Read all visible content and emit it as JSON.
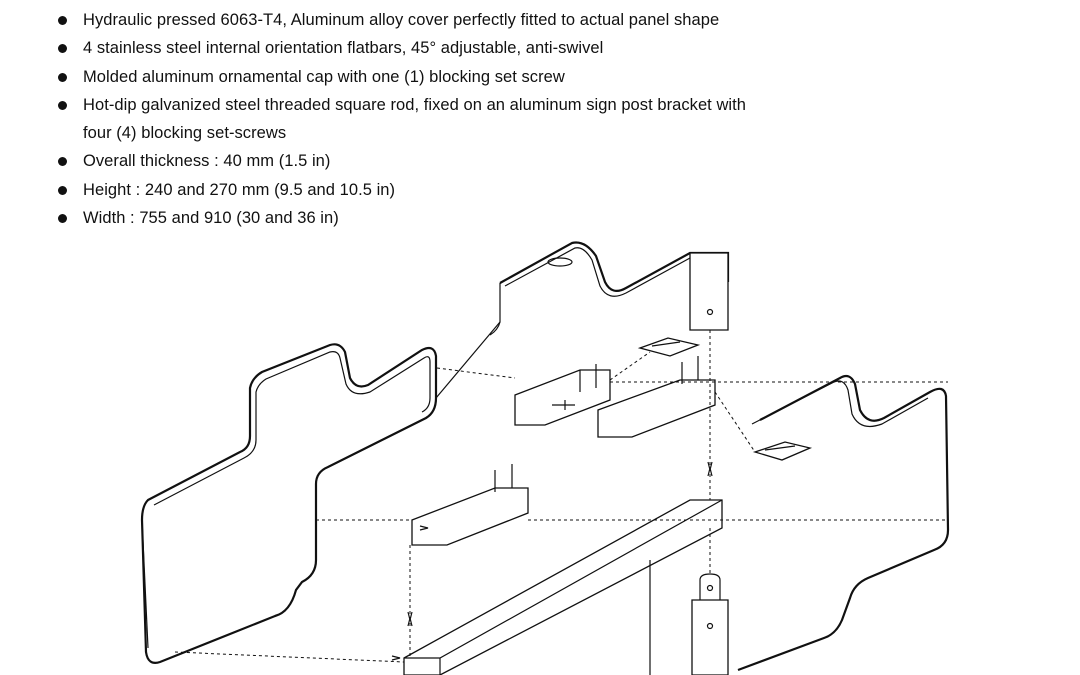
{
  "specs": {
    "items": [
      {
        "line1": "Hydraulic pressed 6063-T4, Aluminum alloy cover perfectly fitted to actual panel shape",
        "line2": ""
      },
      {
        "line1": "4 stainless steel internal orientation flatbars, 45° adjustable, anti-swivel",
        "line2": ""
      },
      {
        "line1": "Molded aluminum ornamental cap with one (1) blocking set screw",
        "line2": ""
      },
      {
        "line1": "Hot-dip galvanized steel threaded square rod, fixed on an aluminum sign post bracket with",
        "line2": "four (4) blocking set-screws"
      },
      {
        "line1": "Overall thickness : 40 mm (1.5 in)",
        "line2": ""
      },
      {
        "line1": "Height : 240 and 270 mm (9.5 and 10.5 in)",
        "line2": ""
      },
      {
        "line1": "Width : 755 and 910 (30 and 36 in)",
        "line2": ""
      }
    ]
  },
  "diagram": {
    "icon": "exploded-assembly-drawing"
  }
}
